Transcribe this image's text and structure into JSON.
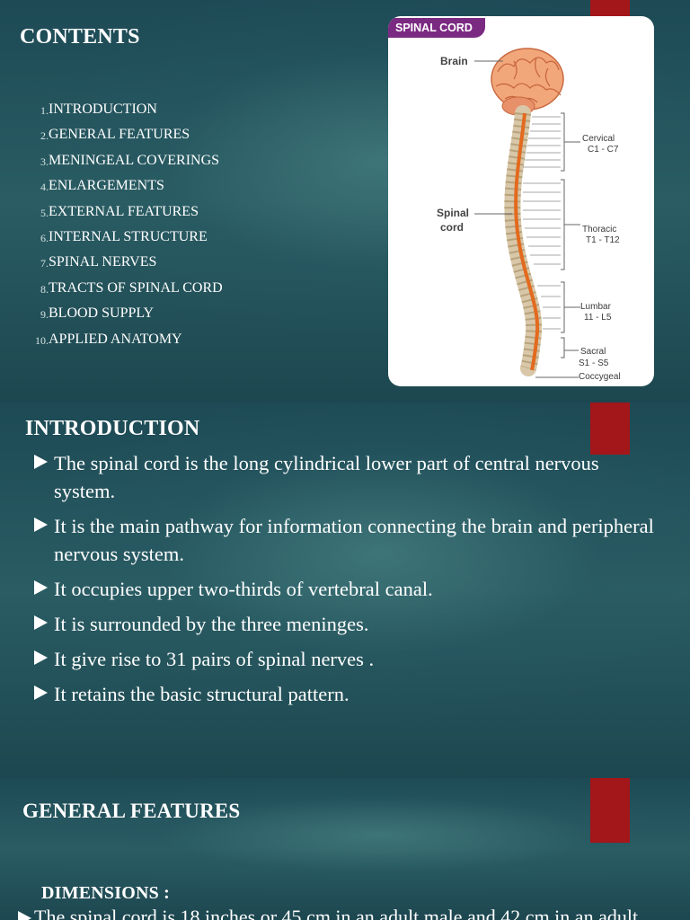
{
  "slide1": {
    "heading": "CONTENTS",
    "items": [
      {
        "num": "1.",
        "text": "INTRODUCTION"
      },
      {
        "num": "2.",
        "text": "GENERAL FEATURES"
      },
      {
        "num": "3.",
        "text": "MENINGEAL COVERINGS"
      },
      {
        "num": "4.",
        "text": "ENLARGEMENTS"
      },
      {
        "num": "5.",
        "text": "EXTERNAL FEATURES"
      },
      {
        "num": "6.",
        "text": "INTERNAL STRUCTURE"
      },
      {
        "num": "7.",
        "text": "SPINAL NERVES"
      },
      {
        "num": "8.",
        "text": "TRACTS OF SPINAL CORD"
      },
      {
        "num": "9.",
        "text": "BLOOD SUPPLY"
      },
      {
        "num": "10.",
        "text": "APPLIED ANATOMY"
      }
    ],
    "figure": {
      "title": "SPINAL CORD",
      "brain": "Brain",
      "spinal": "Spinal",
      "cord": "cord",
      "cervical": "Cervical",
      "cervical_range": "C1 - C7",
      "thoracic": "Thoracic",
      "thoracic_range": "T1 - T12",
      "lumbar": "Lumbar",
      "lumbar_range": "11 - L5",
      "sacral": "Sacral",
      "sacral_range": "S1 - S5",
      "coccygeal": "Coccygeal"
    }
  },
  "slide2": {
    "heading": "INTRODUCTION",
    "bullets": [
      "The spinal cord is the long cylindrical lower part of central nervous  system.",
      "It is the main pathway for information connecting the brain and peripheral nervous system.",
      "It occupies upper two-thirds of vertebral canal.",
      "It is surrounded by the three meninges.",
      "It give rise to 31 pairs of spinal nerves .",
      "It retains the basic structural pattern."
    ]
  },
  "slide3": {
    "heading": "GENERAL FEATURES",
    "subheading": "DIMENSIONS :",
    "partial": "The spinal cord is 18 inches or 45 cm in an adult male and 42 cm in  an adult"
  },
  "colors": {
    "accent_red": "#a3161a",
    "figure_title_bg": "#7b2a82",
    "cord_orange": "#e36a1e"
  }
}
